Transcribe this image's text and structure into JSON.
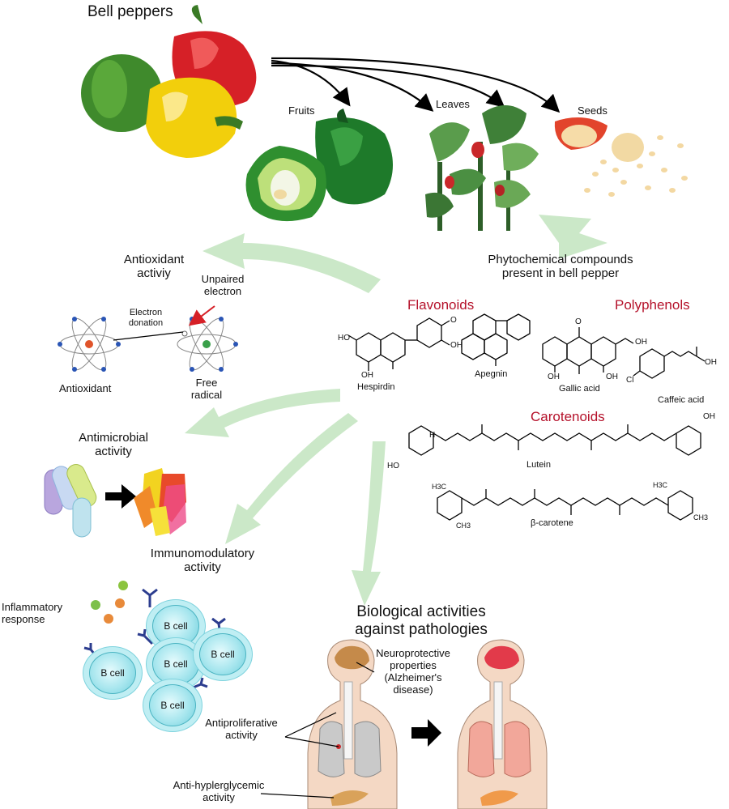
{
  "sources": {
    "title": "Bell peppers",
    "fruits": "Fruits",
    "leaves": "Leaves",
    "seeds": "Seeds"
  },
  "phytochemicals": {
    "title_line1": "Phytochemical compounds",
    "title_line2": "present in bell pepper",
    "flavonoids": "Flavonoids",
    "polyphenols": "Polyphenols",
    "carotenoids": "Carotenoids",
    "compounds": {
      "hespirdin": "Hespirdin",
      "apegnin": "Apegnin",
      "gallic_acid": "Gallic acid",
      "caffeic_acid": "Caffeic acid",
      "lutein": "Lutein",
      "beta_carotene": "β-carotene"
    },
    "atoms": {
      "ho": "HO",
      "oh": "OH",
      "o": "O",
      "cl": "Cl",
      "h": "H",
      "ch3": "CH3",
      "h3c": "H3C"
    }
  },
  "antioxidant": {
    "title_line1": "Antioxidant",
    "title_line2": "activiy",
    "unpaired_line1": "Unpaired",
    "unpaired_line2": "electron",
    "electron_line1": "Electron",
    "electron_line2": "donation",
    "antioxidant_label": "Antioxidant",
    "free_line1": "Free",
    "free_line2": "radical"
  },
  "antimicrobial": {
    "title_line1": "Antimicrobial",
    "title_line2": "activity"
  },
  "immunomodulatory": {
    "title_line1": "Immunomodulatory",
    "title_line2": "activity",
    "inflammatory_line1": "Inflammatory",
    "inflammatory_line2": "response",
    "bcell": "B cell"
  },
  "pathologies": {
    "title_line1": "Biological activities",
    "title_line2": "against pathologies",
    "neuro_line1": "Neuroprotective",
    "neuro_line2": "properties",
    "neuro_line3": "(Alzheimer's",
    "neuro_line4": "disease)",
    "antiprolif_line1": "Antiproliferative",
    "antiprolif_line2": "activity",
    "antihyper_line1": "Anti-hyplerglycemic",
    "antihyper_line2": "activity"
  },
  "colors": {
    "flow_arrow": "#cbe8c8",
    "label_red": "#b5122b",
    "pepper_red": "#d62027",
    "pepper_yellow": "#f2cf0c",
    "pepper_green": "#2f8f2f"
  }
}
